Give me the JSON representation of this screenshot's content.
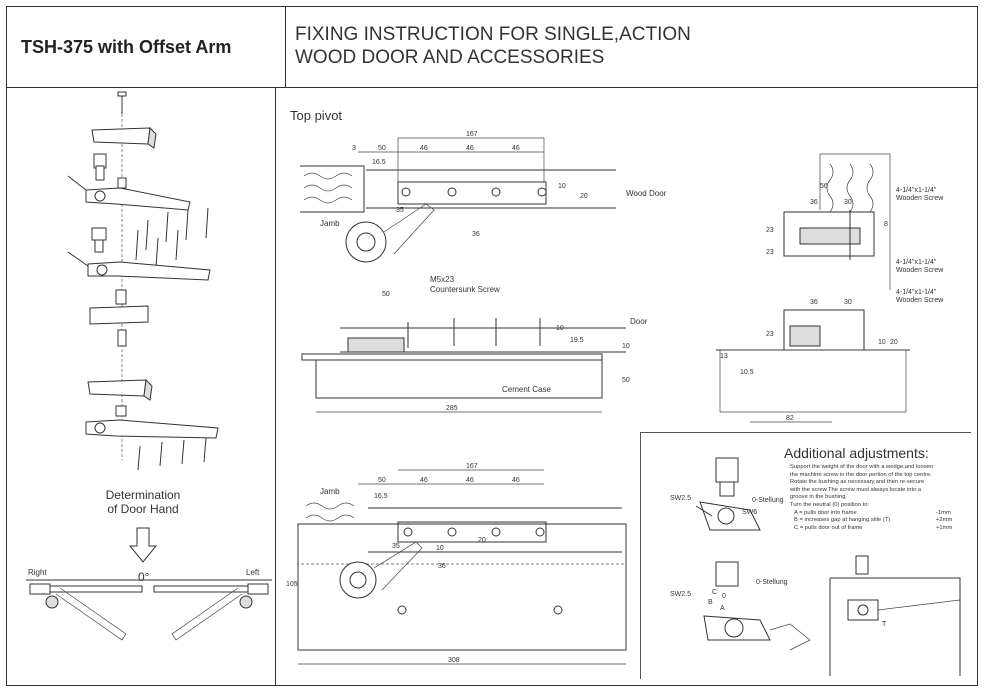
{
  "header": {
    "model": "TSH-375 with Offset Arm",
    "title_line1": "FIXING INSTRUCTION FOR SINGLE,ACTION",
    "title_line2": "WOOD DOOR AND ACCESSORIES"
  },
  "left": {
    "determination_line1": "Determination",
    "determination_line2": "of Door Hand",
    "right": "Right",
    "left": "Left",
    "zero": "0°"
  },
  "top_pivot": {
    "title": "Top pivot",
    "dim_167": "167",
    "dim_3": "3",
    "dim_50": "50",
    "dim_46a": "46",
    "dim_46b": "46",
    "dim_46c": "46",
    "dim_165": "16.5",
    "dim_35": "35",
    "dim_10": "10",
    "dim_20": "20",
    "dim_36": "36",
    "wood_door": "Wood Door",
    "jamb": "Jamb",
    "screw_line1": "M5x23",
    "screw_line2": "Countersunk Screw",
    "dim_50b": "50",
    "door": "Door",
    "dim_195": "19.5",
    "dim_10b": "10",
    "dim_10c": "10",
    "dim_50c": "50",
    "cement_case": "Cement Case",
    "dim_285": "285"
  },
  "side_view": {
    "dim_56": "56",
    "dim_36": "36",
    "dim_30": "30",
    "wooden_screw1_a": "4-1/4\"x1-1/4\"",
    "wooden_screw1_b": "Wooden Screw",
    "wooden_screw2_a": "4-1/4\"x1-1/4\"",
    "wooden_screw2_b": "Wooden Screw",
    "wooden_screw3_a": "4-1/4\"x1-1/4\"",
    "wooden_screw3_b": "Wooden Screw",
    "dim_23a": "23",
    "dim_23b": "23",
    "dim_8": "8",
    "dim_36b": "36",
    "dim_30b": "30",
    "dim_23c": "23",
    "dim_13": "13",
    "dim_105": "10.5",
    "dim_10": "10",
    "dim_20": "20",
    "dim_82": "82"
  },
  "bottom_pivot": {
    "dim_167": "167",
    "dim_50": "50",
    "dim_46a": "46",
    "dim_46b": "46",
    "dim_46c": "46",
    "jamb": "Jamb",
    "dim_165": "16.5",
    "dim_35": "35",
    "dim_10": "10",
    "dim_20": "20",
    "dim_36": "36",
    "dim_105": "105",
    "dim_308": "308"
  },
  "adjustments": {
    "title": "Additional adjustments:",
    "text": [
      "Support the weight of the door with a wedge,and loosen",
      "the machine screw in the door portion of the top centre.",
      "Rotate the bushing as necessary,and then re-secure",
      "with the screw.The screw must always locate into a",
      "groove in the bushing.",
      "Turn the neutral (0) position to:"
    ],
    "items": [
      {
        "label": "A = pulls door into frame",
        "value": "-1mm"
      },
      {
        "label": "B = increases gap at hanging stile (T)",
        "value": "+2mm"
      },
      {
        "label": "C = pulls door out of frame",
        "value": "+1mm"
      }
    ],
    "sw25a": "SW2.5",
    "stellung1": "0-Stellung",
    "sw6": "SW6",
    "stellung2": "0-Stellung",
    "sw25b": "SW2.5",
    "c": "C",
    "zero": "0",
    "b": "B",
    "a": "A",
    "t": "T"
  }
}
